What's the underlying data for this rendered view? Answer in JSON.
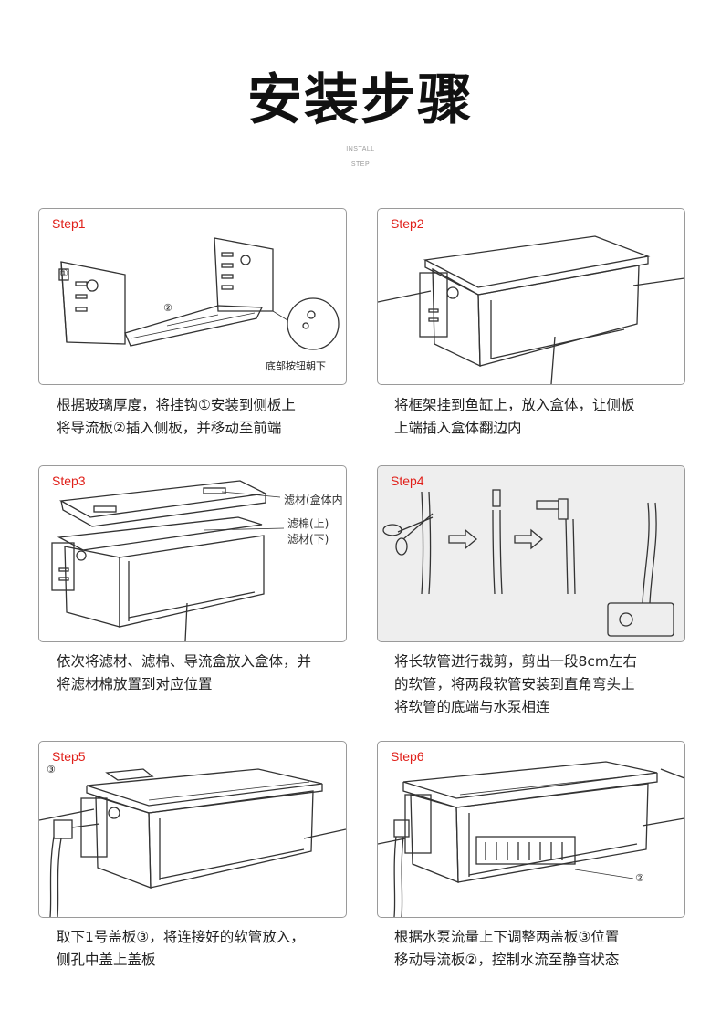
{
  "title": "安装步骤",
  "subtitle_line1": "INSTALL",
  "subtitle_line2": "STEP",
  "steps": [
    {
      "label": "Step1",
      "image_annotations": [
        "①",
        "②",
        "底部按钮朝下"
      ],
      "caption_lines": [
        "根据玻璃厚度，将挂钩①安装到侧板上",
        "将导流板②插入侧板，并移动至前端"
      ]
    },
    {
      "label": "Step2",
      "image_annotations": [],
      "caption_lines": [
        "将框架挂到鱼缸上，放入盒体，让侧板",
        "上端插入盒体翻边内"
      ]
    },
    {
      "label": "Step3",
      "image_annotations": [
        "滤材(盒体内",
        "滤棉(上)",
        "滤材(下)"
      ],
      "caption_lines": [
        "依次将滤材、滤棉、导流盒放入盒体，并",
        "将滤材棉放置到对应位置"
      ]
    },
    {
      "label": "Step4",
      "image_annotations": [],
      "caption_lines": [
        "将长软管进行裁剪，剪出一段8cm左右",
        "的软管，将两段软管安装到直角弯头上",
        "将软管的底端与水泵相连"
      ]
    },
    {
      "label": "Step5",
      "image_annotations": [
        "③"
      ],
      "caption_lines": [
        "取下1号盖板③，将连接好的软管放入，",
        "侧孔中盖上盖板"
      ]
    },
    {
      "label": "Step6",
      "image_annotations": [
        "②"
      ],
      "caption_lines": [
        "根据水泵流量上下调整两盖板③位置",
        "移动导流板②，控制水流至静音状态"
      ]
    }
  ],
  "colors": {
    "step_label": "#e0201a",
    "card_border": "#9a9a9a",
    "title": "#111111"
  }
}
